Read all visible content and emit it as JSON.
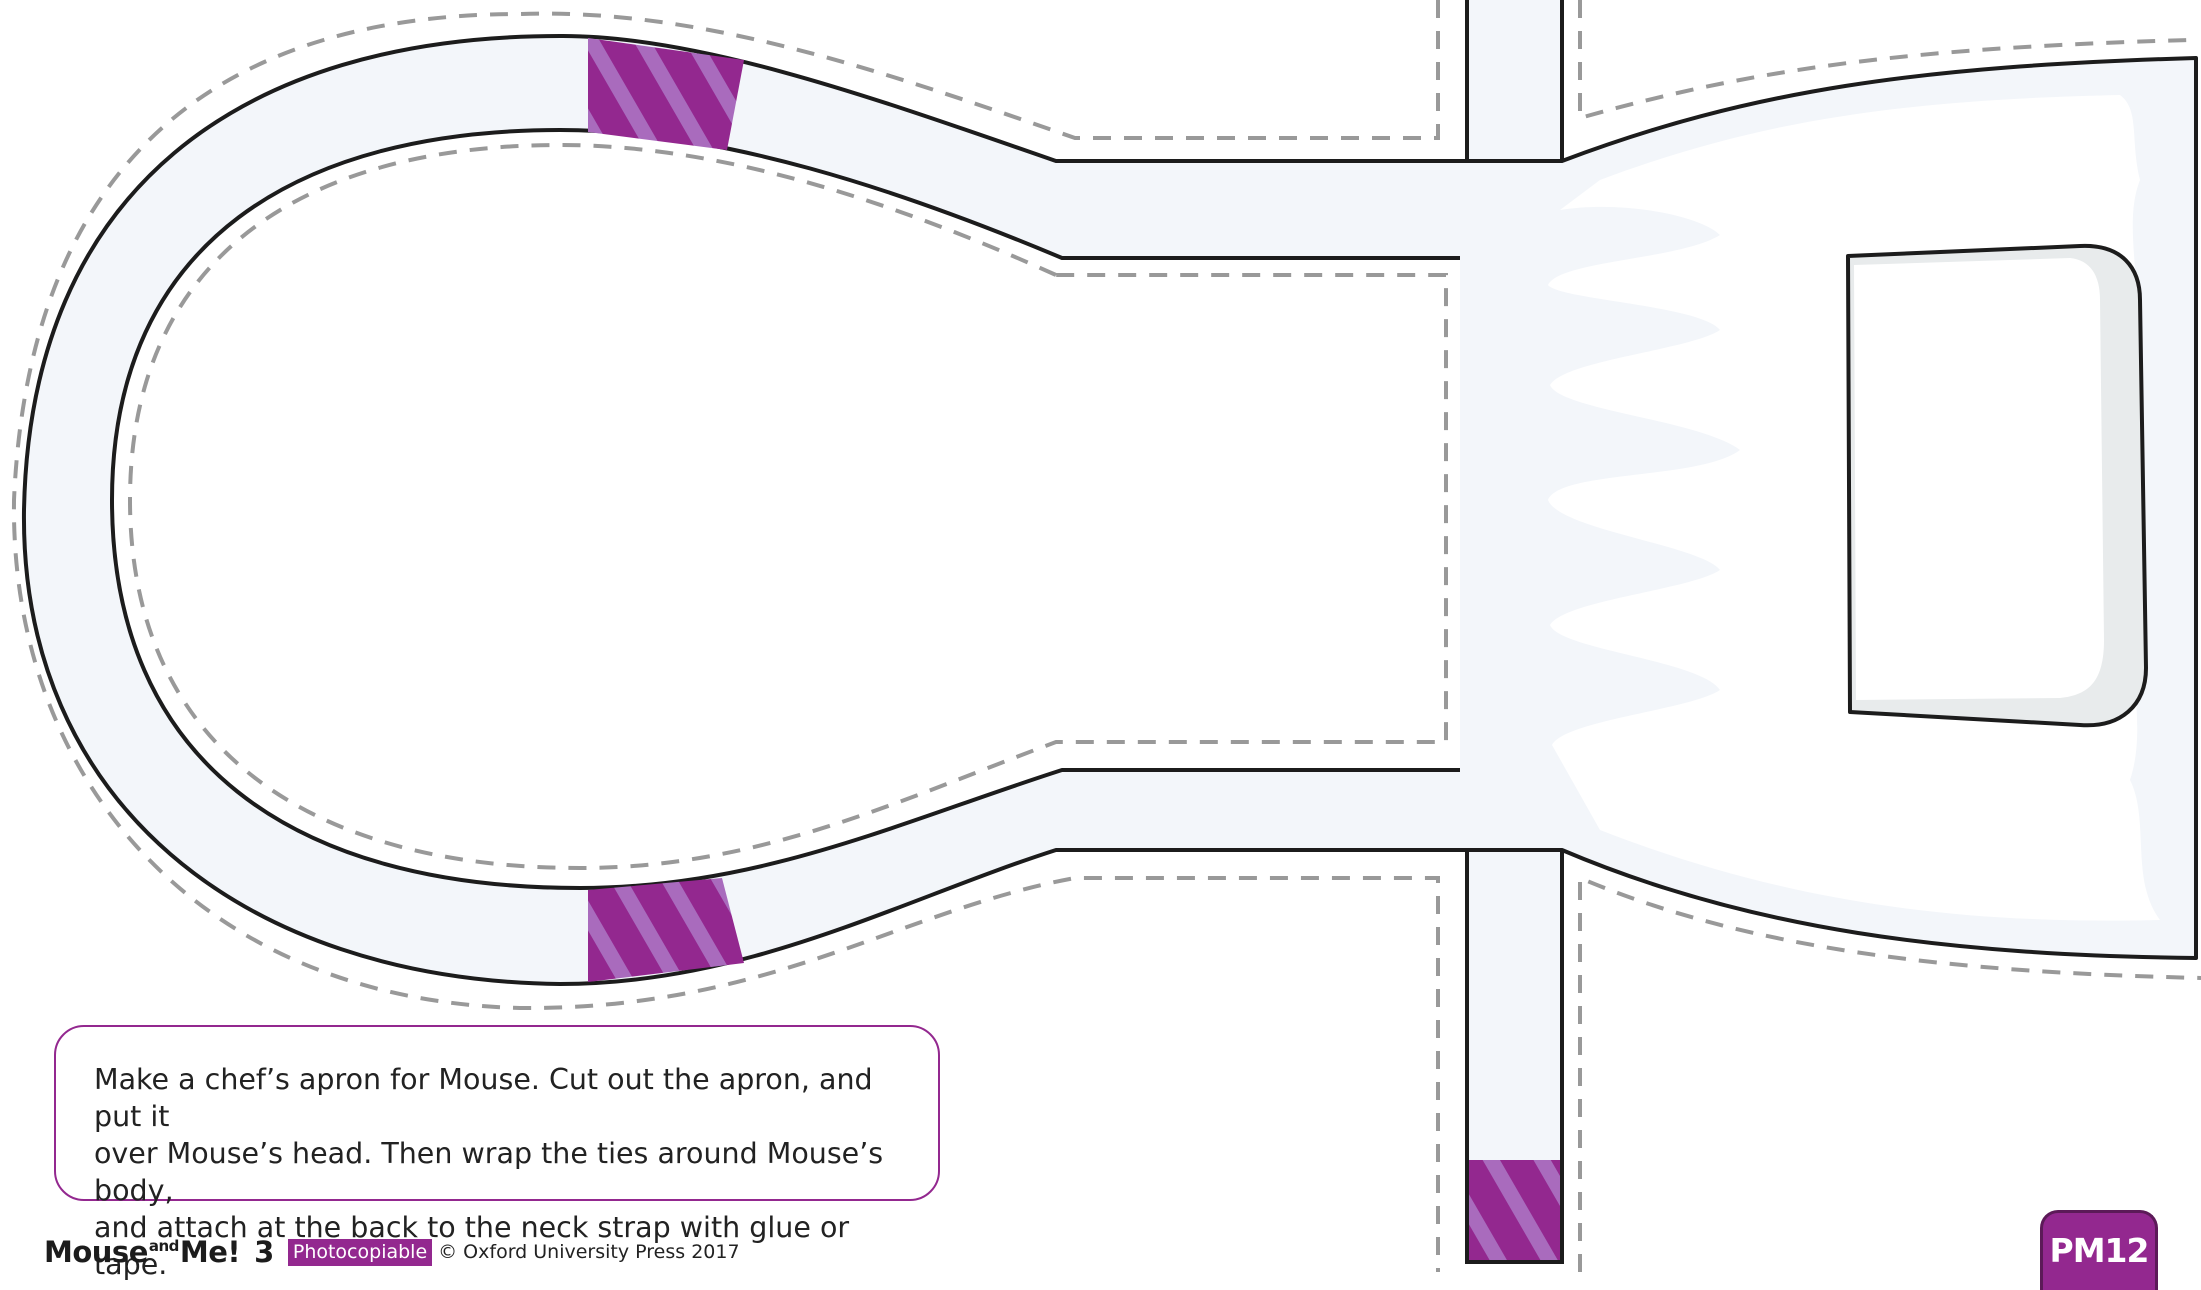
{
  "instructions": {
    "line1": "Make a chef’s apron for Mouse. Cut out the apron, and put it",
    "line2": "over Mouse’s head. Then wrap the ties around Mouse’s body,",
    "line3": "and attach at the back to the neck strap with glue or tape."
  },
  "footer": {
    "brand_mouse": "Mouse",
    "brand_and": "and",
    "brand_me": "Me!",
    "level": "3",
    "badge": "Photocopiable",
    "copyright": "© Oxford University Press 2017"
  },
  "page_code": "PM12",
  "colors": {
    "accent": "#93288f",
    "outline": "#1c1c1c",
    "strap_fill": "#f3f6fa",
    "cut_line": "#999999"
  }
}
